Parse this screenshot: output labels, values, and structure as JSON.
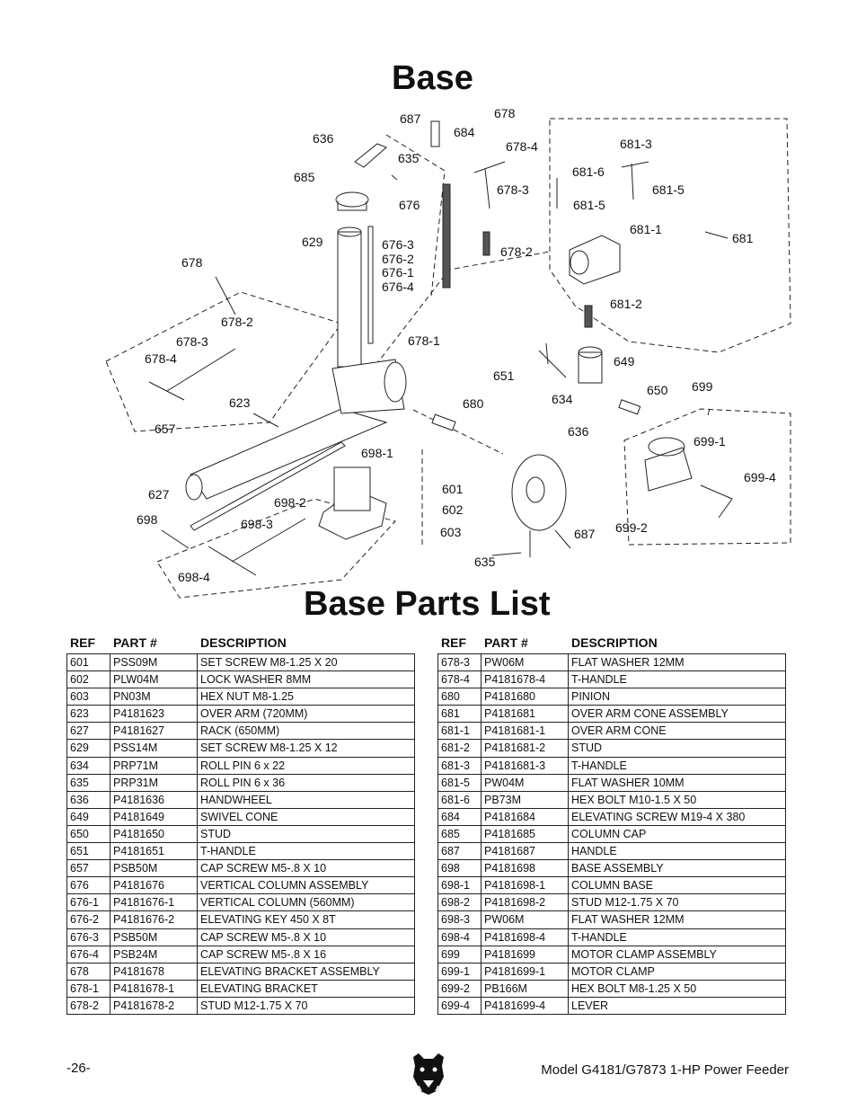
{
  "titles": {
    "base": "Base",
    "parts": "Base Parts List"
  },
  "diagram_labels": [
    "678",
    "687",
    "684",
    "636",
    "678-4",
    "635",
    "681-3",
    "685",
    "681-6",
    "681-5",
    "678-3",
    "676",
    "681-5",
    "681-1",
    "629",
    "676-3",
    "676-2",
    "676-1",
    "676-4",
    "678-2",
    "681",
    "678",
    "681-2",
    "678-2",
    "678-3",
    "678-4",
    "678-1",
    "649",
    "651",
    "634",
    "650",
    "699",
    "623",
    "680",
    "657",
    "636",
    "699-1",
    "698-1",
    "699-4",
    "601",
    "627",
    "698-2",
    "602",
    "698",
    "698-3",
    "603",
    "687",
    "699-2",
    "698-4",
    "635"
  ],
  "table_headers": {
    "ref": "REF",
    "part": "PART #",
    "description": "DESCRIPTION"
  },
  "parts_left": [
    [
      "601",
      "PSS09M",
      "SET SCREW M8-1.25 X 20"
    ],
    [
      "602",
      "PLW04M",
      "LOCK WASHER 8MM"
    ],
    [
      "603",
      "PN03M",
      "HEX NUT M8-1.25"
    ],
    [
      "623",
      "P4181623",
      "OVER ARM (720MM)"
    ],
    [
      "627",
      "P4181627",
      "RACK (650MM)"
    ],
    [
      "629",
      "PSS14M",
      "SET SCREW M8-1.25 X 12"
    ],
    [
      "634",
      "PRP71M",
      "ROLL PIN 6 x 22"
    ],
    [
      "635",
      "PRP31M",
      "ROLL PIN 6 x 36"
    ],
    [
      "636",
      "P4181636",
      "HANDWHEEL"
    ],
    [
      "649",
      "P4181649",
      "SWIVEL CONE"
    ],
    [
      "650",
      "P4181650",
      "STUD"
    ],
    [
      "651",
      "P4181651",
      "T-HANDLE"
    ],
    [
      "657",
      "PSB50M",
      "CAP SCREW M5-.8 X 10"
    ],
    [
      "676",
      "P4181676",
      "VERTICAL COLUMN ASSEMBLY"
    ],
    [
      "676-1",
      "P4181676-1",
      "VERTICAL COLUMN (560MM)"
    ],
    [
      "676-2",
      "P4181676-2",
      "ELEVATING KEY 450 X 8T"
    ],
    [
      "676-3",
      "PSB50M",
      "CAP SCREW M5-.8 X 10"
    ],
    [
      "676-4",
      "PSB24M",
      "CAP SCREW M5-.8 X 16"
    ],
    [
      "678",
      "P4181678",
      "ELEVATING BRACKET ASSEMBLY"
    ],
    [
      "678-1",
      "P4181678-1",
      "ELEVATING BRACKET"
    ],
    [
      "678-2",
      "P4181678-2",
      "STUD M12-1.75 X 70"
    ]
  ],
  "parts_right": [
    [
      "678-3",
      "PW06M",
      "FLAT WASHER 12MM"
    ],
    [
      "678-4",
      "P4181678-4",
      "T-HANDLE"
    ],
    [
      "680",
      "P4181680",
      "PINION"
    ],
    [
      "681",
      "P4181681",
      "OVER ARM CONE ASSEMBLY"
    ],
    [
      "681-1",
      "P4181681-1",
      "OVER ARM CONE"
    ],
    [
      "681-2",
      "P4181681-2",
      "STUD"
    ],
    [
      "681-3",
      "P4181681-3",
      "T-HANDLE"
    ],
    [
      "681-5",
      "PW04M",
      "FLAT WASHER 10MM"
    ],
    [
      "681-6",
      "PB73M",
      "HEX BOLT M10-1.5 X 50"
    ],
    [
      "684",
      "P4181684",
      "ELEVATING SCREW M19-4 X 380"
    ],
    [
      "685",
      "P4181685",
      "COLUMN CAP"
    ],
    [
      "687",
      "P4181687",
      "HANDLE"
    ],
    [
      "698",
      "P4181698",
      "BASE ASSEMBLY"
    ],
    [
      "698-1",
      "P4181698-1",
      "COLUMN BASE"
    ],
    [
      "698-2",
      "P4181698-2",
      "STUD M12-1.75 X 70"
    ],
    [
      "698-3",
      "PW06M",
      "FLAT WASHER 12MM"
    ],
    [
      "698-4",
      "P4181698-4",
      "T-HANDLE"
    ],
    [
      "699",
      "P4181699",
      "MOTOR CLAMP ASSEMBLY"
    ],
    [
      "699-1",
      "P4181699-1",
      "MOTOR CLAMP"
    ],
    [
      "699-2",
      "PB166M",
      "HEX BOLT M8-1.25 X 50"
    ],
    [
      "699-4",
      "P4181699-4",
      "LEVER"
    ]
  ],
  "footer": {
    "page": "-26-",
    "model": "Model G4181/G7873 1-HP Power Feeder"
  }
}
